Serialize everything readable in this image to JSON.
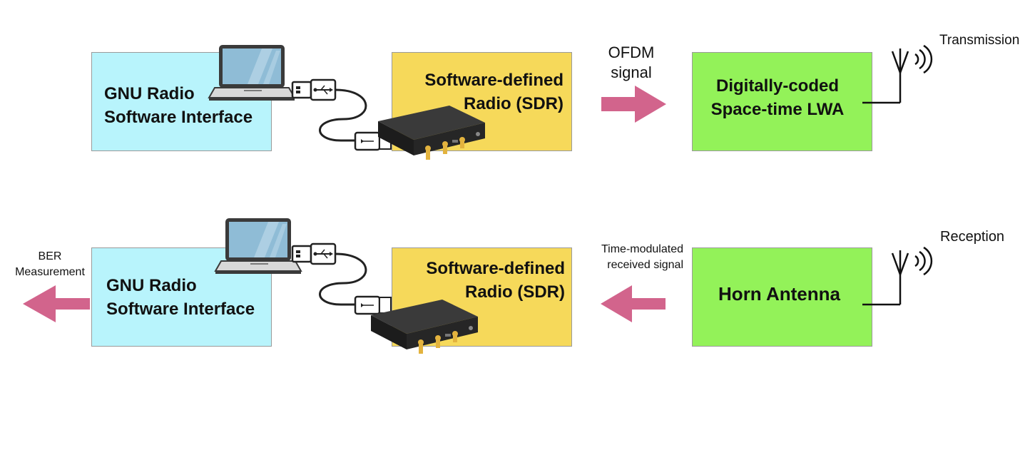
{
  "colors": {
    "gnu_box": "#b8f4fc",
    "sdr_box": "#f6d95a",
    "antenna_box": "#93f259",
    "arrow": "#d2648c",
    "device": "#2a2a2a",
    "connector": "#e3b33e",
    "screen": "#8fbcd6"
  },
  "transmit_chain": {
    "gnu_box": {
      "line1": "GNU Radio",
      "line2": "Software Interface"
    },
    "sdr_box": {
      "line1": "Software-defined",
      "line2": "Radio (SDR)"
    },
    "signal_label": {
      "line1": "OFDM",
      "line2": "signal"
    },
    "antenna_box": {
      "line1": "Digitally-coded",
      "line2": "Space-time LWA"
    },
    "antenna_label": "Transmission"
  },
  "receive_chain": {
    "output_label": {
      "line1": "BER",
      "line2": "Measurement"
    },
    "gnu_box": {
      "line1": "GNU Radio",
      "line2": "Software Interface"
    },
    "sdr_box": {
      "line1": "Software-defined",
      "line2": "Radio (SDR)"
    },
    "signal_label": {
      "line1": "Time-modulated",
      "line2": "received signal"
    },
    "antenna_box": {
      "line1": "Horn Antenna"
    },
    "antenna_label": "Reception"
  },
  "icons": [
    "laptop-icon",
    "usb-cable-icon",
    "sdr-device-icon",
    "antenna-icon",
    "radio-waves-icon"
  ]
}
